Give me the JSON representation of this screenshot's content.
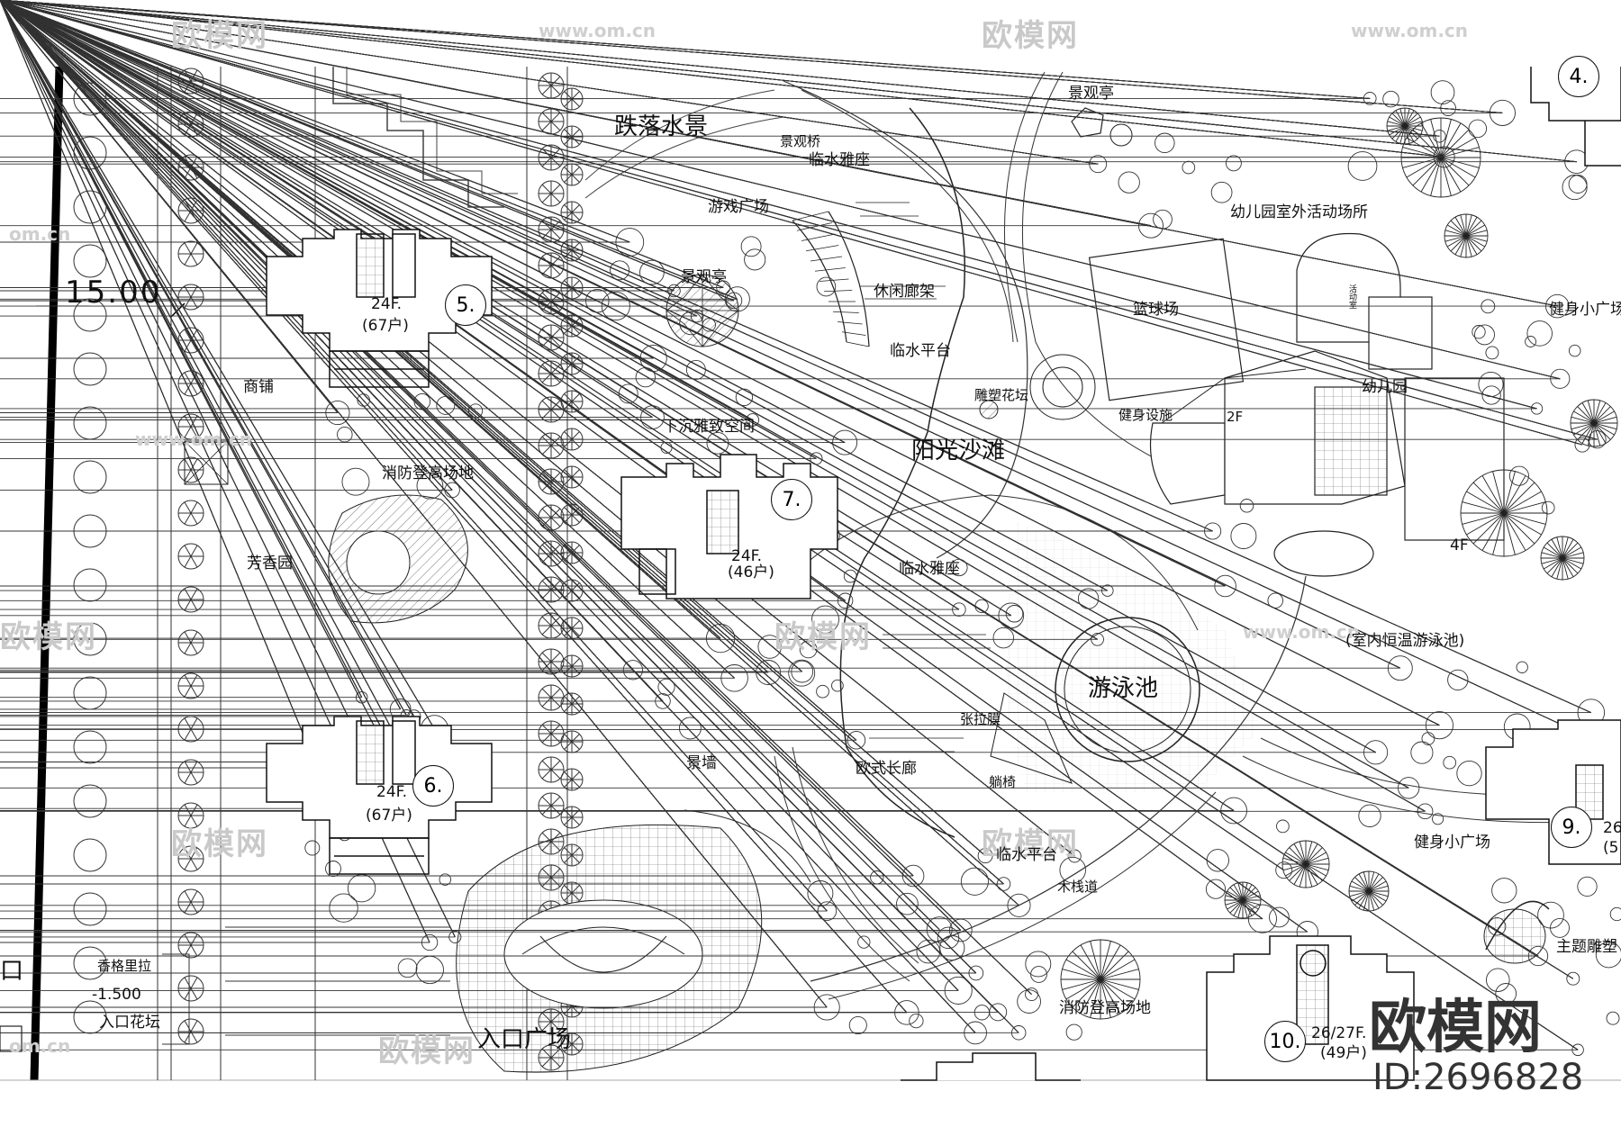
{
  "watermarks": {
    "brand": "欧模网",
    "url": "www.om.cn",
    "url_short": "om.cn"
  },
  "brand_mark": {
    "name": "欧模网",
    "id": "ID:2696828"
  },
  "dimensions": {
    "road_width": "15.00",
    "level": "-1.500"
  },
  "labels": {
    "cascade_water": "跌落水景",
    "view_bridge": "景观桥",
    "waterside_seat_1": "临水雅座",
    "play_plaza": "游戏广场",
    "pavilion_1": "景观亭",
    "pavilion_2": "景观亭",
    "kindergarten_outdoor": "幼儿园室外活动场所",
    "leisure_pergola": "休闲廊架",
    "waterside_deck_1": "临水平台",
    "shop": "商铺",
    "sunken_space": "下沉雅致空间",
    "sculpture_bed": "雕塑花坛",
    "fitness_facilities": "健身设施",
    "sunny_beach": "阳光沙滩",
    "basketball": "篮球场",
    "kindergarten": "幼儿园",
    "fitness_square_1": "健身小广场",
    "fire_site_1": "消防登高场地",
    "fragrant_garden": "芳香园",
    "waterside_seat_2": "临水雅座",
    "indoor_pool": "(室内恒温游泳池)",
    "pool": "游泳池",
    "tent": "张拉膜",
    "landscape_wall": "景墙",
    "euro_corridor": "欧式长廊",
    "lounger": "躺椅",
    "waterside_deck_2": "临水平台",
    "fitness_square_2": "健身小广场",
    "boardwalk": "木栈道",
    "theme_sculpture": "主题雕塑",
    "shangri_la": "香格里拉",
    "entry_bed": "入口花坛",
    "entry_plaza": "入口广场",
    "fire_site_2": "消防登高场地",
    "entrance": "口",
    "kg_2f": "2F",
    "kg_4f": "4F",
    "kg_room": "活动室"
  },
  "buildings": [
    {
      "id": "b5",
      "number": "5.",
      "floors": "24F.",
      "units": "(67户)"
    },
    {
      "id": "b6",
      "number": "6.",
      "floors": "24F.",
      "units": "(67户)"
    },
    {
      "id": "b7",
      "number": "7.",
      "floors": "24F.",
      "units": "(46户)"
    },
    {
      "id": "b4",
      "number": "4."
    },
    {
      "id": "b9",
      "number": "9.",
      "floors": "26",
      "units": "(5"
    },
    {
      "id": "b10",
      "number": "10.",
      "floors": "26/27F.",
      "units": "(49户)"
    }
  ]
}
